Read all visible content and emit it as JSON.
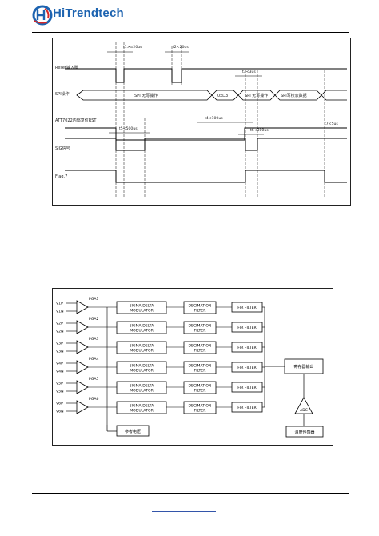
{
  "header": {
    "logo_text": "HiTrendtech",
    "colors": {
      "brand_blue": "#1d63b0",
      "brand_red": "#d62828"
    }
  },
  "timing_diagram": {
    "signals": [
      "Reset输入脚",
      "SPI操作",
      "ATT7022内部复位RST",
      "SIG信号",
      "Flag.7"
    ],
    "timing_labels": [
      "t1>=20us",
      "t2<20us",
      "t3<3us",
      "t4<100us",
      "t5<500us",
      "t6<300us",
      "t7<5us"
    ],
    "bus_labels": [
      "SPI 无写操作",
      "0xD3",
      "SPI 无写操作",
      "SPI写校表数据"
    ]
  },
  "block_diagram": {
    "inputs": [
      "V1P",
      "V1N",
      "V2P",
      "V2N",
      "V3P",
      "V3N",
      "V4P",
      "V4N",
      "V5P",
      "V5N",
      "V6P",
      "V6N"
    ],
    "pga_labels": [
      "PGA1",
      "PGA2",
      "PGA3",
      "PGA4",
      "PGA5",
      "PGA6"
    ],
    "sd_line1": "SIGMA-DELTA",
    "sd_line2": "MODULATOR",
    "dec_line1": "DECIMATION",
    "dec_line2": "FILTER",
    "fir_label": "FIR FILTER",
    "ref_label": "参考电压",
    "reg_label": "寄存器输出",
    "adc_label": "ADC",
    "temp_label": "温度传感器"
  }
}
